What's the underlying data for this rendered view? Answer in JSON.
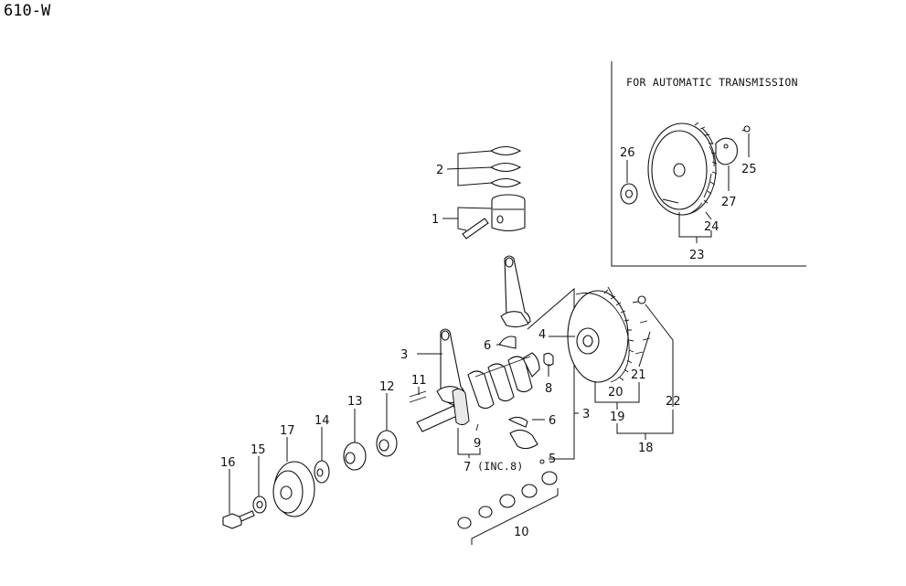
{
  "diagram": {
    "code": "610-W",
    "inset_title": "FOR AUTOMATIC TRANSMISSION",
    "inc_note": "(INC.8)",
    "callouts": [
      "1",
      "2",
      "3",
      "3",
      "4",
      "5",
      "6",
      "6",
      "7",
      "8",
      "9",
      "10",
      "11",
      "12",
      "13",
      "14",
      "15",
      "16",
      "17",
      "18",
      "19",
      "20",
      "21",
      "22",
      "23",
      "24",
      "25",
      "26",
      "27"
    ]
  }
}
